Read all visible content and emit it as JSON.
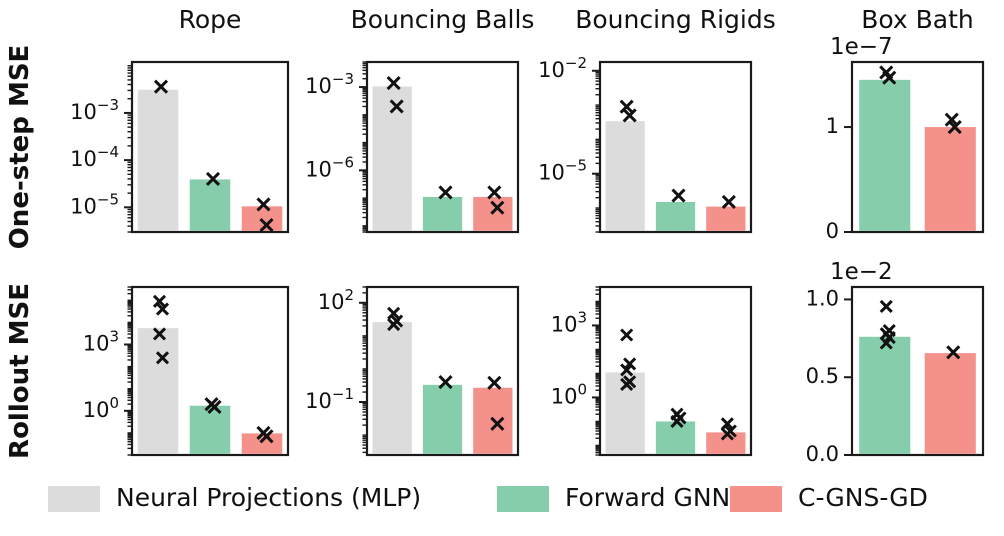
{
  "figure": {
    "row_labels": [
      "One-step MSE",
      "Rollout MSE"
    ],
    "column_titles": [
      "Rope",
      "Bouncing Balls",
      "Bouncing Rigids",
      "Box Bath"
    ]
  },
  "legend": {
    "items": [
      {
        "label": "Neural Projections (MLP)",
        "color": "#dcdcdc"
      },
      {
        "label": "Forward GNN",
        "color": "#85cdab"
      },
      {
        "label": "C-GNS-GD",
        "color": "#f4918b"
      }
    ]
  },
  "colors": {
    "mlp": "#dcdcdc",
    "gnn": "#85cdab",
    "cgnsgd": "#f4918b",
    "marker": "#111111",
    "axis": "#1a1a1a"
  },
  "chart_data": [
    {
      "type": "bar",
      "title": "Rope",
      "ylabel": "One-step MSE",
      "yscale": "log",
      "ylim": [
        3e-06,
        0.012
      ],
      "ytick_values": [
        0.001,
        0.0001,
        1e-05
      ],
      "ytick_labels": [
        "10−3",
        "10−4",
        "10−5"
      ],
      "categories": [
        "Neural Projections (MLP)",
        "Forward GNN",
        "C-GNS-GD"
      ],
      "values": [
        0.0031,
        3.9e-05,
        1.05e-05
      ],
      "points": [
        [
          0.0036
        ],
        [
          4e-05
        ],
        [
          1.15e-05,
          4.2e-06
        ]
      ]
    },
    {
      "type": "bar",
      "title": "Bouncing Balls",
      "ylabel": "One-step MSE",
      "yscale": "log",
      "ylim": [
        6e-09,
        0.008
      ],
      "ytick_values": [
        0.001,
        1e-06
      ],
      "ytick_labels": [
        "10−3",
        "10−6"
      ],
      "categories": [
        "Neural Projections (MLP)",
        "Forward GNN",
        "C-GNS-GD"
      ],
      "values": [
        0.00105,
        1.1e-07,
        1.1e-07
      ],
      "points": [
        [
          0.0014,
          0.0002
        ],
        [
          1.6e-07
        ],
        [
          1.6e-07,
          4.5e-08
        ]
      ]
    },
    {
      "type": "bar",
      "title": "Bouncing Rigids",
      "ylabel": "One-step MSE",
      "yscale": "log",
      "ylim": [
        2e-07,
        0.018
      ],
      "ytick_values": [
        0.01,
        1e-05
      ],
      "ytick_labels": [
        "10−2",
        "10−5"
      ],
      "categories": [
        "Neural Projections (MLP)",
        "Forward GNN",
        "C-GNS-GD"
      ],
      "values": [
        0.00034,
        1.5e-06,
        1.1e-06
      ],
      "points": [
        [
          0.0009,
          0.0005
        ],
        [
          2.3e-06
        ],
        [
          1.5e-06
        ]
      ]
    },
    {
      "type": "bar",
      "title": "Box Bath",
      "ylabel": "One-step MSE",
      "yscale": "linear",
      "y_offset_text": "1e−7",
      "ylim": [
        0,
        1.62
      ],
      "ytick_values": [
        1,
        0
      ],
      "ytick_labels": [
        "1",
        "0"
      ],
      "categories": [
        "Forward GNN",
        "C-GNS-GD"
      ],
      "values": [
        1.45,
        1.0
      ],
      "points": [
        [
          1.52,
          1.47
        ],
        [
          1.07,
          1.0
        ]
      ]
    },
    {
      "type": "bar",
      "title": "Rope",
      "ylabel": "Rollout MSE",
      "yscale": "log",
      "ylim": [
        0.01,
        400000.0
      ],
      "ytick_values": [
        1000,
        1
      ],
      "ytick_labels": [
        "10³",
        "10⁰"
      ],
      "categories": [
        "Neural Projections (MLP)",
        "Forward GNN",
        "C-GNS-GD"
      ],
      "values": [
        5500,
        1.7,
        0.095
      ],
      "points": [
        [
          90000,
          40000,
          3000,
          250
        ],
        [
          2.0,
          1.5
        ],
        [
          0.1,
          0.07
        ]
      ]
    },
    {
      "type": "bar",
      "title": "Bouncing Balls",
      "ylabel": "Rollout MSE",
      "yscale": "log",
      "ylim": [
        0.0025,
        300.0
      ],
      "ytick_values": [
        100,
        0.1
      ],
      "ytick_labels": [
        "10²",
        "10−1"
      ],
      "categories": [
        "Neural Projections (MLP)",
        "Forward GNN",
        "C-GNS-GD"
      ],
      "values": [
        26,
        0.33,
        0.27
      ],
      "points": [
        [
          48,
          28,
          22
        ],
        [
          0.4
        ],
        [
          0.38,
          0.022
        ]
      ]
    },
    {
      "type": "bar",
      "title": "Bouncing Rigids",
      "ylabel": "Rollout MSE",
      "yscale": "log",
      "ylim": [
        0.004,
        40000.0
      ],
      "ytick_values": [
        1000,
        1
      ],
      "ytick_labels": [
        "10³",
        "10⁰"
      ],
      "categories": [
        "Neural Projections (MLP)",
        "Forward GNN",
        "C-GNS-GD"
      ],
      "values": [
        11,
        0.1,
        0.035
      ],
      "points": [
        [
          400,
          25,
          14,
          4.5,
          3.5
        ],
        [
          0.2,
          0.14,
          0.1
        ],
        [
          0.08,
          0.04,
          0.03
        ]
      ]
    },
    {
      "type": "bar",
      "title": "Box Bath",
      "ylabel": "Rollout MSE",
      "yscale": "linear",
      "y_offset_text": "1e−2",
      "ylim": [
        0,
        1.08
      ],
      "ytick_values": [
        1.0,
        0.5,
        0.0
      ],
      "ytick_labels": [
        "1.0",
        "0.5",
        "0.0"
      ],
      "categories": [
        "Forward GNN",
        "C-GNS-GD"
      ],
      "values": [
        0.76,
        0.655
      ],
      "points": [
        [
          0.955,
          0.8,
          0.78,
          0.755,
          0.72
        ],
        [
          0.66
        ]
      ]
    }
  ]
}
